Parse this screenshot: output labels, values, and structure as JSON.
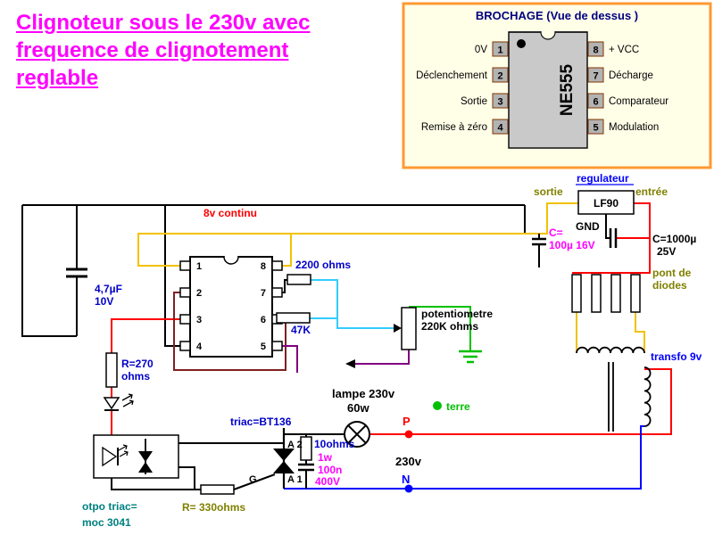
{
  "header": {
    "title_lines": [
      "Clignoteur sous le 230v avec",
      "frequence de clignotement",
      "reglable"
    ]
  },
  "pinout": {
    "title": "BROCHAGE (Vue de dessus )",
    "chip": "NE555",
    "left_pins": [
      {
        "num": "1",
        "label": "0V"
      },
      {
        "num": "2",
        "label": "Déclenchement"
      },
      {
        "num": "3",
        "label": "Sortie"
      },
      {
        "num": "4",
        "label": "Remise à zéro"
      }
    ],
    "right_pins": [
      {
        "num": "8",
        "label": "+ VCC"
      },
      {
        "num": "7",
        "label": "Décharge"
      },
      {
        "num": "6",
        "label": "Comparateur"
      },
      {
        "num": "5",
        "label": "Modulation"
      }
    ]
  },
  "circuit": {
    "supply": "8v continu",
    "cap1_l1": "4,7µF",
    "cap1_l2": "10V",
    "r1": "2200 ohms",
    "r2": "47K",
    "pot_l1": "potentiometre",
    "pot_l2": "220K ohms",
    "r3_l1": "R=270",
    "r3_l2": "ohms",
    "opto_l1": "otpo triac=",
    "opto_l2": "moc 3041",
    "r4": "R= 330ohms",
    "triac": "triac=BT136",
    "triac_a2": "A 2",
    "triac_a1": "A 1",
    "triac_g": "G",
    "lamp_l1": "lampe 230v",
    "lamp_l2": "60w",
    "r5": "10ohms",
    "r5b": "1w",
    "snub_c_l1": "100n",
    "snub_c_l2": "400V",
    "mains": "230v",
    "phase": "P",
    "neutral": "N",
    "earth": "terre",
    "reg_out": "sortie",
    "reg_label": "regulateur",
    "reg_in": "entrée",
    "reg_name": "LF90",
    "gnd": "GND",
    "cap2_l1": "C=",
    "cap2_l2": "100µ 16V",
    "cap3_l1": "C=1000µ",
    "cap3_l2": "25V",
    "bridge_l1": "pont de",
    "bridge_l2": "diodes",
    "transfo": "transfo 9v",
    "ic_pins_left": [
      "1",
      "2",
      "3",
      "4"
    ],
    "ic_pins_right": [
      "8",
      "7",
      "6",
      "5"
    ]
  },
  "colors": {
    "title_magenta": "#ff00ff",
    "panel_border_orange": "#ff9933",
    "panel_background": "#ffffe8",
    "label_navy": "#000080",
    "label_olive": "#808000",
    "label_teal": "#008080",
    "component_label_blue": "#0000c8",
    "wire_red": "#ff0000",
    "wire_yellow": "#f2c200",
    "wire_blue": "#0000ff",
    "wire_cyan": "#33ccff",
    "wire_green": "#00c000",
    "wire_maroon": "#802020",
    "wire_purple": "#800080"
  }
}
